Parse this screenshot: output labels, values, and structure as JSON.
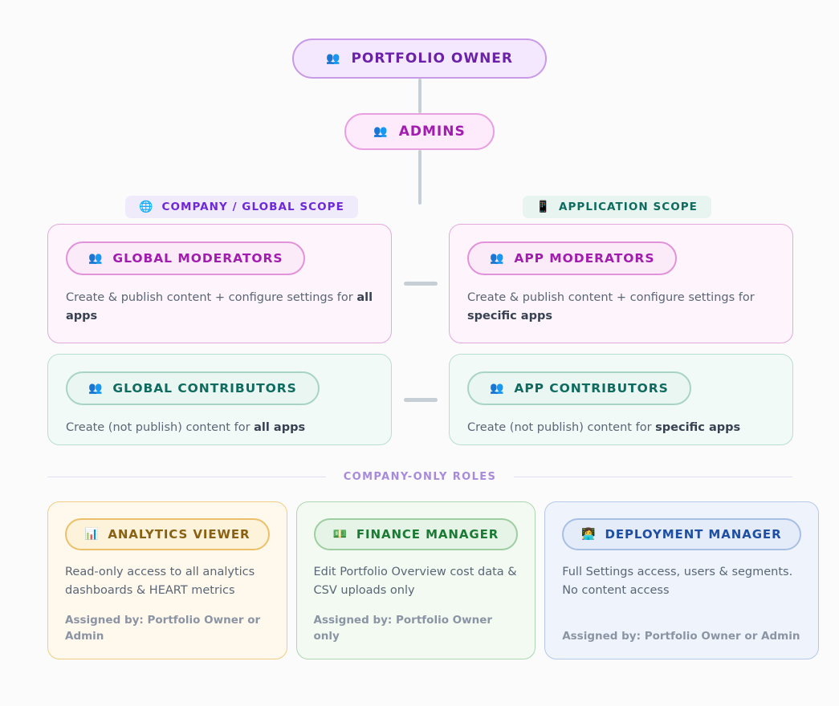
{
  "hierarchy": {
    "owner": {
      "label": "PORTFOLIO OWNER",
      "icon": "people-icon",
      "glyph": "👥"
    },
    "admins": {
      "label": "ADMINS",
      "icon": "people-icon",
      "glyph": "👥"
    }
  },
  "scopes": [
    {
      "label": "COMPANY / GLOBAL SCOPE",
      "icon": "globe-icon",
      "glyph": "🌐",
      "color": "#6d28d9"
    },
    {
      "label": "APPLICATION SCOPE",
      "icon": "mobile-apps-icon",
      "glyph": "📱",
      "color": "#0f6b5f"
    }
  ],
  "roles": [
    {
      "label": "GLOBAL MODERATORS",
      "icon": "people-icon",
      "glyph": "👥",
      "desc_prefix": "Create & publish content + configure settings for ",
      "desc_strong": "all apps",
      "desc_suffix": "",
      "accent": "#a21caf"
    },
    {
      "label": "APP MODERATORS",
      "icon": "people-icon",
      "glyph": "👥",
      "desc_prefix": "Create & publish content + configure settings for ",
      "desc_strong": "specific apps",
      "desc_suffix": "",
      "accent": "#a21caf"
    },
    {
      "label": "GLOBAL CONTRIBUTORS",
      "icon": "people-icon",
      "glyph": "👥",
      "desc_prefix": "Create (not publish) content for ",
      "desc_strong": "all apps",
      "desc_suffix": "",
      "accent": "#0f6b5f"
    },
    {
      "label": "APP CONTRIBUTORS",
      "icon": "people-icon",
      "glyph": "👥",
      "desc_prefix": "Create (not publish) content for ",
      "desc_strong": "specific apps",
      "desc_suffix": "",
      "accent": "#0f6b5f"
    }
  ],
  "divider": {
    "label": "COMPANY-ONLY ROLES",
    "color": "#a78bda"
  },
  "company_roles": [
    {
      "label": "ANALYTICS VIEWER",
      "icon": "bar-chart-icon",
      "glyph": "📊",
      "desc": "Read-only access to all analytics dashboards & HEART metrics",
      "assigned_by": "Assigned by: Portfolio Owner or Admin",
      "accent": "#8a6112"
    },
    {
      "label": "FINANCE MANAGER",
      "icon": "banknote-icon",
      "glyph": "💵",
      "desc": "Edit Portfolio Overview cost data & CSV uploads only",
      "assigned_by": "Assigned by: Portfolio Owner only",
      "accent": "#1b7a33"
    },
    {
      "label": "DEPLOYMENT MANAGER",
      "icon": "technologist-icon",
      "glyph": "👩‍💻",
      "desc": "Full Settings access, users & segments. No content access",
      "assigned_by": "Assigned by: Portfolio Owner or Admin",
      "accent": "#1e4fa3"
    }
  ],
  "theme": {
    "background": "#fbfbfc",
    "connector": "#c6ced6",
    "moderator_accent": "#a21caf",
    "contributor_accent": "#0f6b5f"
  }
}
